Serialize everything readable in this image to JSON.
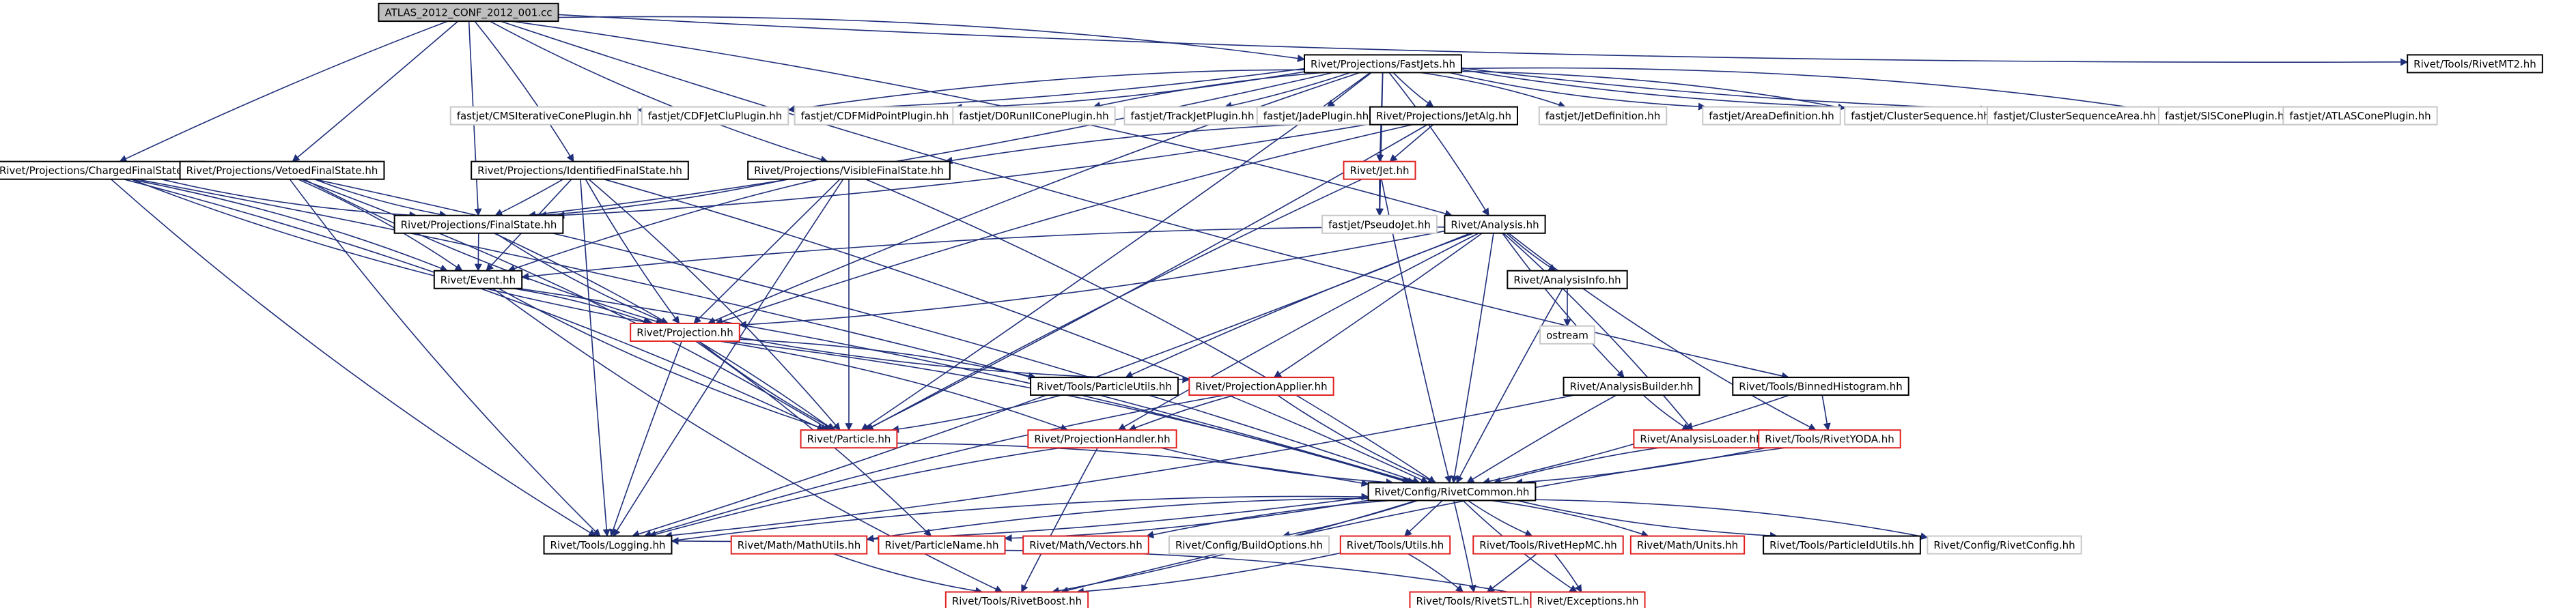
{
  "colors": {
    "edge": "#1f2f7a",
    "edge_alt": "#8b1a1a",
    "text": "#000000",
    "box_black": "#000000",
    "box_red": "#e02020",
    "box_gray": "#c8c8c8",
    "root_fill": "#bfbfbf",
    "fill": "#ffffff"
  },
  "nodes": [
    {
      "id": "root",
      "label": "ATLAS_2012_CONF_2012_001.cc",
      "style": "root"
    },
    {
      "id": "fastjets",
      "label": "Rivet/Projections/FastJets.hh",
      "style": "black"
    },
    {
      "id": "mt2",
      "label": "Rivet/Tools/RivetMT2.hh",
      "style": "black"
    },
    {
      "id": "cms",
      "label": "fastjet/CMSIterativeConePlugin.hh",
      "style": "gray"
    },
    {
      "id": "cdfjc",
      "label": "fastjet/CDFJetCluPlugin.hh",
      "style": "gray"
    },
    {
      "id": "cdfmp",
      "label": "fastjet/CDFMidPointPlugin.hh",
      "style": "gray"
    },
    {
      "id": "d0",
      "label": "fastjet/D0RunIIConePlugin.hh",
      "style": "gray"
    },
    {
      "id": "trackjet",
      "label": "fastjet/TrackJetPlugin.hh",
      "style": "gray"
    },
    {
      "id": "jade",
      "label": "fastjet/JadePlugin.hh",
      "style": "gray"
    },
    {
      "id": "jetalg",
      "label": "Rivet/Projections/JetAlg.hh",
      "style": "black"
    },
    {
      "id": "jetdef",
      "label": "fastjet/JetDefinition.hh",
      "style": "gray"
    },
    {
      "id": "areadef",
      "label": "fastjet/AreaDefinition.hh",
      "style": "gray"
    },
    {
      "id": "clseq",
      "label": "fastjet/ClusterSequence.hh",
      "style": "gray"
    },
    {
      "id": "clseqarea",
      "label": "fastjet/ClusterSequenceArea.hh",
      "style": "gray"
    },
    {
      "id": "siscone",
      "label": "fastjet/SISConePlugin.hh",
      "style": "gray"
    },
    {
      "id": "atlascone",
      "label": "fastjet/ATLASConePlugin.hh",
      "style": "gray"
    },
    {
      "id": "chfs",
      "label": "Rivet/Projections/ChargedFinalState.hh",
      "style": "black"
    },
    {
      "id": "vetoedfs",
      "label": "Rivet/Projections/VetoedFinalState.hh",
      "style": "black"
    },
    {
      "id": "identfs",
      "label": "Rivet/Projections/IdentifiedFinalState.hh",
      "style": "black"
    },
    {
      "id": "visfs",
      "label": "Rivet/Projections/VisibleFinalState.hh",
      "style": "black"
    },
    {
      "id": "jet",
      "label": "Rivet/Jet.hh",
      "style": "red"
    },
    {
      "id": "finalstate",
      "label": "Rivet/Projections/FinalState.hh",
      "style": "black"
    },
    {
      "id": "pseudojet",
      "label": "fastjet/PseudoJet.hh",
      "style": "gray"
    },
    {
      "id": "analysis",
      "label": "Rivet/Analysis.hh",
      "style": "black"
    },
    {
      "id": "event",
      "label": "Rivet/Event.hh",
      "style": "black"
    },
    {
      "id": "analysisinfo",
      "label": "Rivet/AnalysisInfo.hh",
      "style": "black"
    },
    {
      "id": "ostream",
      "label": "ostream",
      "style": "gray"
    },
    {
      "id": "projection",
      "label": "Rivet/Projection.hh",
      "style": "red"
    },
    {
      "id": "particleutils",
      "label": "Rivet/Tools/ParticleUtils.hh",
      "style": "black"
    },
    {
      "id": "projapplier",
      "label": "Rivet/ProjectionApplier.hh",
      "style": "red"
    },
    {
      "id": "analysisbuilder",
      "label": "Rivet/AnalysisBuilder.hh",
      "style": "black"
    },
    {
      "id": "binnedhisto",
      "label": "Rivet/Tools/BinnedHistogram.hh",
      "style": "black"
    },
    {
      "id": "particle",
      "label": "Rivet/Particle.hh",
      "style": "red"
    },
    {
      "id": "projhandler",
      "label": "Rivet/ProjectionHandler.hh",
      "style": "red"
    },
    {
      "id": "analysisloader",
      "label": "Rivet/AnalysisLoader.hh",
      "style": "red"
    },
    {
      "id": "rivetyoda",
      "label": "Rivet/Tools/RivetYODA.hh",
      "style": "red"
    },
    {
      "id": "rivetcommon",
      "label": "Rivet/Config/RivetCommon.hh",
      "style": "black"
    },
    {
      "id": "logging",
      "label": "Rivet/Tools/Logging.hh",
      "style": "black"
    },
    {
      "id": "mathutils",
      "label": "Rivet/Math/MathUtils.hh",
      "style": "red"
    },
    {
      "id": "particlename",
      "label": "Rivet/ParticleName.hh",
      "style": "red"
    },
    {
      "id": "vectors",
      "label": "Rivet/Math/Vectors.hh",
      "style": "red"
    },
    {
      "id": "buildoptions",
      "label": "Rivet/Config/BuildOptions.hh",
      "style": "gray"
    },
    {
      "id": "utils",
      "label": "Rivet/Tools/Utils.hh",
      "style": "red"
    },
    {
      "id": "hepmc",
      "label": "Rivet/Tools/RivetHepMC.hh",
      "style": "red"
    },
    {
      "id": "units",
      "label": "Rivet/Math/Units.hh",
      "style": "red"
    },
    {
      "id": "pidutils",
      "label": "Rivet/Tools/ParticleIdUtils.hh",
      "style": "black"
    },
    {
      "id": "rivetconfig",
      "label": "Rivet/Config/RivetConfig.hh",
      "style": "gray"
    },
    {
      "id": "rivetboost",
      "label": "Rivet/Tools/RivetBoost.hh",
      "style": "red"
    },
    {
      "id": "rivetstl",
      "label": "Rivet/Tools/RivetSTL.hh",
      "style": "red"
    },
    {
      "id": "exceptions",
      "label": "Rivet/Exceptions.hh",
      "style": "red"
    }
  ],
  "edges": [
    [
      "root",
      "fastjets"
    ],
    [
      "root",
      "mt2"
    ],
    [
      "root",
      "chfs"
    ],
    [
      "root",
      "vetoedfs"
    ],
    [
      "root",
      "identfs"
    ],
    [
      "root",
      "visfs"
    ],
    [
      "root",
      "analysis"
    ],
    [
      "root",
      "binnedhisto"
    ],
    [
      "root",
      "finalstate"
    ],
    [
      "fastjets",
      "cms"
    ],
    [
      "fastjets",
      "cdfjc"
    ],
    [
      "fastjets",
      "cdfmp"
    ],
    [
      "fastjets",
      "d0"
    ],
    [
      "fastjets",
      "trackjet"
    ],
    [
      "fastjets",
      "jade"
    ],
    [
      "fastjets",
      "jetalg"
    ],
    [
      "fastjets",
      "jetdef"
    ],
    [
      "fastjets",
      "areadef"
    ],
    [
      "fastjets",
      "clseq"
    ],
    [
      "fastjets",
      "clseqarea"
    ],
    [
      "fastjets",
      "siscone"
    ],
    [
      "fastjets",
      "atlascone"
    ],
    [
      "fastjets",
      "jet"
    ],
    [
      "fastjets",
      "particle"
    ],
    [
      "fastjets",
      "projection"
    ],
    [
      "fastjets",
      "finalstate"
    ],
    [
      "fastjets",
      "analysis"
    ],
    [
      "fastjets",
      "pseudojet"
    ],
    [
      "jetalg",
      "jet"
    ],
    [
      "jetalg",
      "finalstate"
    ],
    [
      "jetalg",
      "visfs"
    ],
    [
      "jetalg",
      "particle"
    ],
    [
      "jetalg",
      "projection"
    ],
    [
      "chfs",
      "finalstate"
    ],
    [
      "chfs",
      "event"
    ],
    [
      "chfs",
      "projection"
    ],
    [
      "chfs",
      "particle"
    ],
    [
      "chfs",
      "logging"
    ],
    [
      "chfs",
      "rivetcommon"
    ],
    [
      "vetoedfs",
      "finalstate"
    ],
    [
      "vetoedfs",
      "event"
    ],
    [
      "vetoedfs",
      "projection"
    ],
    [
      "vetoedfs",
      "particle"
    ],
    [
      "vetoedfs",
      "logging"
    ],
    [
      "vetoedfs",
      "rivetcommon"
    ],
    [
      "identfs",
      "finalstate"
    ],
    [
      "identfs",
      "event"
    ],
    [
      "identfs",
      "projection"
    ],
    [
      "identfs",
      "particle"
    ],
    [
      "identfs",
      "logging"
    ],
    [
      "identfs",
      "rivetcommon"
    ],
    [
      "visfs",
      "finalstate"
    ],
    [
      "visfs",
      "event"
    ],
    [
      "visfs",
      "projection"
    ],
    [
      "visfs",
      "particle"
    ],
    [
      "visfs",
      "logging"
    ],
    [
      "visfs",
      "rivetcommon"
    ],
    [
      "jet",
      "pseudojet"
    ],
    [
      "jet",
      "particle"
    ],
    [
      "jet",
      "rivetcommon"
    ],
    [
      "finalstate",
      "event"
    ],
    [
      "finalstate",
      "projection"
    ],
    [
      "finalstate",
      "particle"
    ],
    [
      "analysis",
      "analysisinfo"
    ],
    [
      "analysis",
      "event"
    ],
    [
      "analysis",
      "projection"
    ],
    [
      "analysis",
      "particleutils"
    ],
    [
      "analysis",
      "projapplier"
    ],
    [
      "analysis",
      "projhandler"
    ],
    [
      "analysis",
      "analysisbuilder"
    ],
    [
      "analysis",
      "analysisloader"
    ],
    [
      "analysis",
      "rivetyoda"
    ],
    [
      "analysis",
      "rivetcommon"
    ],
    [
      "analysis",
      "logging"
    ],
    [
      "analysisinfo",
      "ostream"
    ],
    [
      "analysisinfo",
      "rivetcommon"
    ],
    [
      "event",
      "projection"
    ],
    [
      "event",
      "particle"
    ],
    [
      "event",
      "rivetcommon"
    ],
    [
      "event",
      "rivetboost"
    ],
    [
      "projection",
      "particleutils"
    ],
    [
      "projection",
      "projapplier"
    ],
    [
      "projection",
      "projhandler"
    ],
    [
      "projection",
      "particle"
    ],
    [
      "projection",
      "rivetcommon"
    ],
    [
      "projection",
      "logging"
    ],
    [
      "projection",
      "particlename"
    ],
    [
      "particleutils",
      "particle"
    ],
    [
      "projapplier",
      "projhandler"
    ],
    [
      "projapplier",
      "rivetcommon"
    ],
    [
      "projapplier",
      "logging"
    ],
    [
      "analysisbuilder",
      "analysisloader"
    ],
    [
      "analysisbuilder",
      "rivetcommon"
    ],
    [
      "analysisbuilder",
      "logging"
    ],
    [
      "binnedhisto",
      "rivetyoda"
    ],
    [
      "binnedhisto",
      "rivetcommon"
    ],
    [
      "particle",
      "rivetcommon"
    ],
    [
      "projhandler",
      "rivetcommon"
    ],
    [
      "projhandler",
      "logging"
    ],
    [
      "projhandler",
      "rivetboost"
    ],
    [
      "analysisloader",
      "rivetcommon"
    ],
    [
      "rivetyoda",
      "rivetcommon"
    ],
    [
      "rivetyoda",
      "rivetboost"
    ],
    [
      "rivetcommon",
      "logging"
    ],
    [
      "rivetcommon",
      "mathutils"
    ],
    [
      "rivetcommon",
      "particlename"
    ],
    [
      "rivetcommon",
      "vectors"
    ],
    [
      "rivetcommon",
      "buildoptions"
    ],
    [
      "rivetcommon",
      "utils"
    ],
    [
      "rivetcommon",
      "hepmc"
    ],
    [
      "rivetcommon",
      "units"
    ],
    [
      "rivetcommon",
      "pidutils"
    ],
    [
      "rivetcommon",
      "rivetconfig"
    ],
    [
      "rivetcommon",
      "rivetboost"
    ],
    [
      "rivetcommon",
      "rivetstl"
    ],
    [
      "rivetcommon",
      "exceptions"
    ],
    [
      "logging",
      "rivetcommon"
    ],
    [
      "mathutils",
      "rivetboost"
    ],
    [
      "particlename",
      "exceptions"
    ],
    [
      "utils",
      "rivetboost"
    ],
    [
      "utils",
      "rivetstl"
    ],
    [
      "hepmc",
      "rivetstl"
    ],
    [
      "hepmc",
      "exceptions"
    ]
  ]
}
